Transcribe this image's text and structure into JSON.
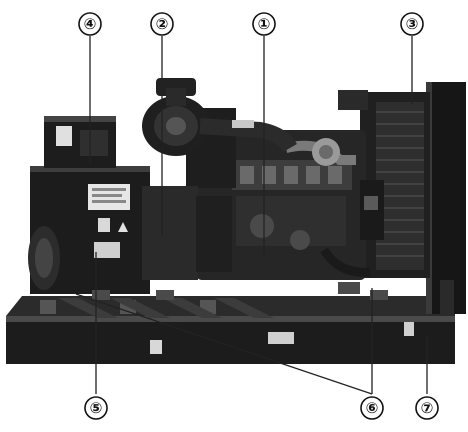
{
  "callouts": [
    {
      "id": "callout-4",
      "label": "④"
    },
    {
      "id": "callout-2",
      "label": "②"
    },
    {
      "id": "callout-1",
      "label": "①"
    },
    {
      "id": "callout-3",
      "label": "③"
    },
    {
      "id": "callout-5",
      "label": "⑤"
    },
    {
      "id": "callout-6",
      "label": "⑥"
    },
    {
      "id": "callout-7",
      "label": "⑦"
    }
  ],
  "colors": {
    "background": "#ffffff",
    "machine_dark": "#1b1b1b",
    "machine_mid": "#3a3a3a",
    "machine_light": "#8a8a8a",
    "line": "#222222"
  }
}
